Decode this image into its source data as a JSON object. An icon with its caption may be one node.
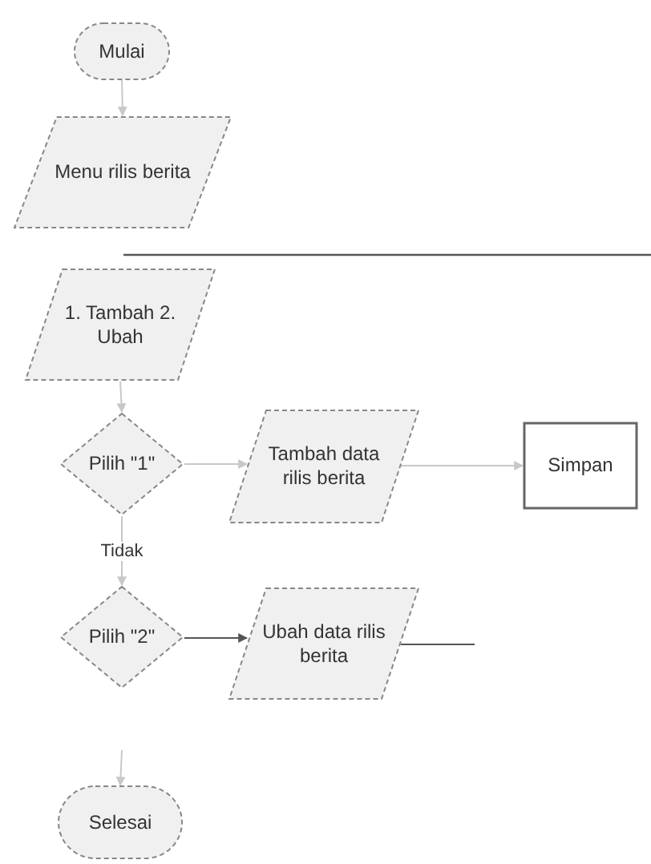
{
  "diagram": {
    "nodes": [
      {
        "text": [
          "Mulai"
        ]
      },
      {
        "text": [
          "Menu rilis berita"
        ]
      },
      {
        "text": [
          "1. Tambah 2. Ubah"
        ]
      },
      {
        "text": [
          "Pilih \"1\""
        ]
      },
      {
        "text": [
          "Tambah data rilis berita"
        ]
      },
      {
        "text": [
          "Simpan"
        ]
      },
      {
        "text": [
          "Pilih \"2\""
        ]
      },
      {
        "text": [
          "Ubah data rilis berita"
        ]
      },
      {
        "text": [
          "Selesai"
        ]
      }
    ],
    "edges": [
      {
        "from": 0,
        "to": 1,
        "arrow": "to"
      },
      {
        "from": 2,
        "to": 3,
        "arrow": "to"
      },
      {
        "from": 3,
        "to": 4,
        "arrow": "to"
      },
      {
        "from": 4,
        "to": 5,
        "arrow": "to"
      },
      {
        "from": 3,
        "to": 6,
        "label": "Tidak",
        "arrow": "to"
      },
      {
        "from": 6,
        "to": 7,
        "arrow": "to",
        "color": "#555555"
      },
      {
        "from": 7,
        "to": null,
        "arrow": "none",
        "color": "#555555"
      },
      {
        "from": null,
        "to": 8,
        "arrow": "to"
      }
    ]
  }
}
